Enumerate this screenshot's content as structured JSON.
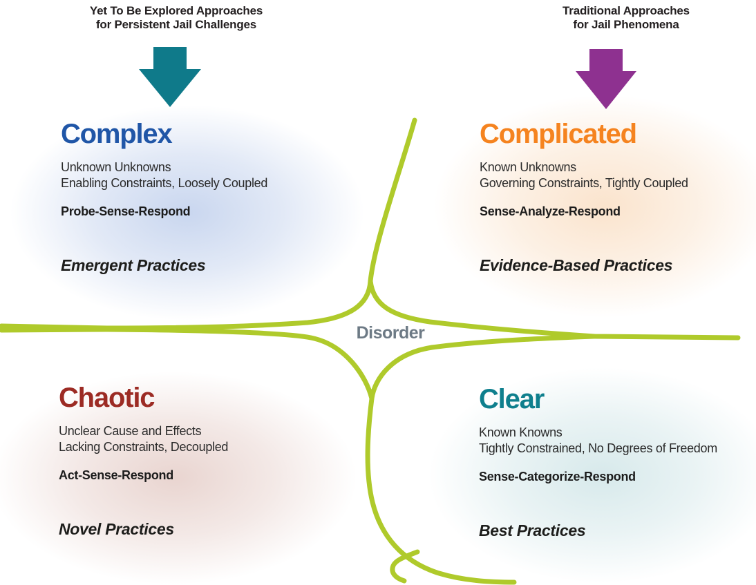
{
  "annotations": {
    "left": {
      "line1": "Yet To Be Explored Approaches",
      "line2": "for Persistent Jail Challenges"
    },
    "right": {
      "line1": "Traditional Approaches",
      "line2": "for Jail Phenomena"
    }
  },
  "quadrants": {
    "complex": {
      "title": "Complex",
      "line1": "Unknown Unknowns",
      "line2": "Enabling Constraints, Loosely Coupled",
      "process": "Probe-Sense-Respond",
      "practices": "Emergent Practices",
      "title_color": "#2056a7"
    },
    "complicated": {
      "title": "Complicated",
      "line1": "Known Unknowns",
      "line2": "Governing Constraints, Tightly Coupled",
      "process": "Sense-Analyze-Respond",
      "practices": "Evidence-Based Practices",
      "title_color": "#f5831f"
    },
    "chaotic": {
      "title": "Chaotic",
      "line1": "Unclear Cause and Effects",
      "line2": "Lacking Constraints, Decoupled",
      "process": "Act-Sense-Respond",
      "practices": "Novel Practices",
      "title_color": "#9c2b24"
    },
    "clear": {
      "title": "Clear",
      "line1": "Known Knowns",
      "line2": "Tightly Constrained, No Degrees of Freedom",
      "process": "Sense-Categorize-Respond",
      "practices": "Best Practices",
      "title_color": "#0e7f8d"
    }
  },
  "center": {
    "label": "Disorder",
    "color": "#6d7a85"
  },
  "colors": {
    "boundary_line": "#afca2b",
    "arrow_left": "#0f7a8a",
    "arrow_right": "#8e3190"
  }
}
